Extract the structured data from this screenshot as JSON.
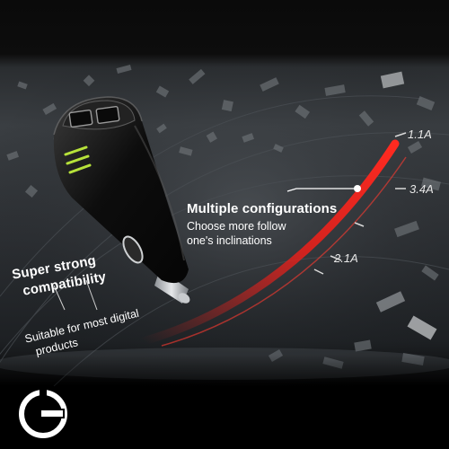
{
  "headline": {
    "title": "Multiple configurations",
    "line1": "Choose more follow",
    "line2": "one's inclinations"
  },
  "compat": {
    "title_line1": "Super strong",
    "title_line2": "compatibility",
    "sub_line1": "Suitable for most digital",
    "sub_line2": "products"
  },
  "ticks": {
    "t1": "1.1A",
    "t2": "3.4A",
    "t3": "2.1A"
  },
  "colors": {
    "accent_red": "#e3201b",
    "usb_green": "#b7e23a",
    "background": "#2d3135"
  },
  "icons": {
    "brand_logo": "power-g-logo-icon",
    "product": "car-charger-icon"
  }
}
